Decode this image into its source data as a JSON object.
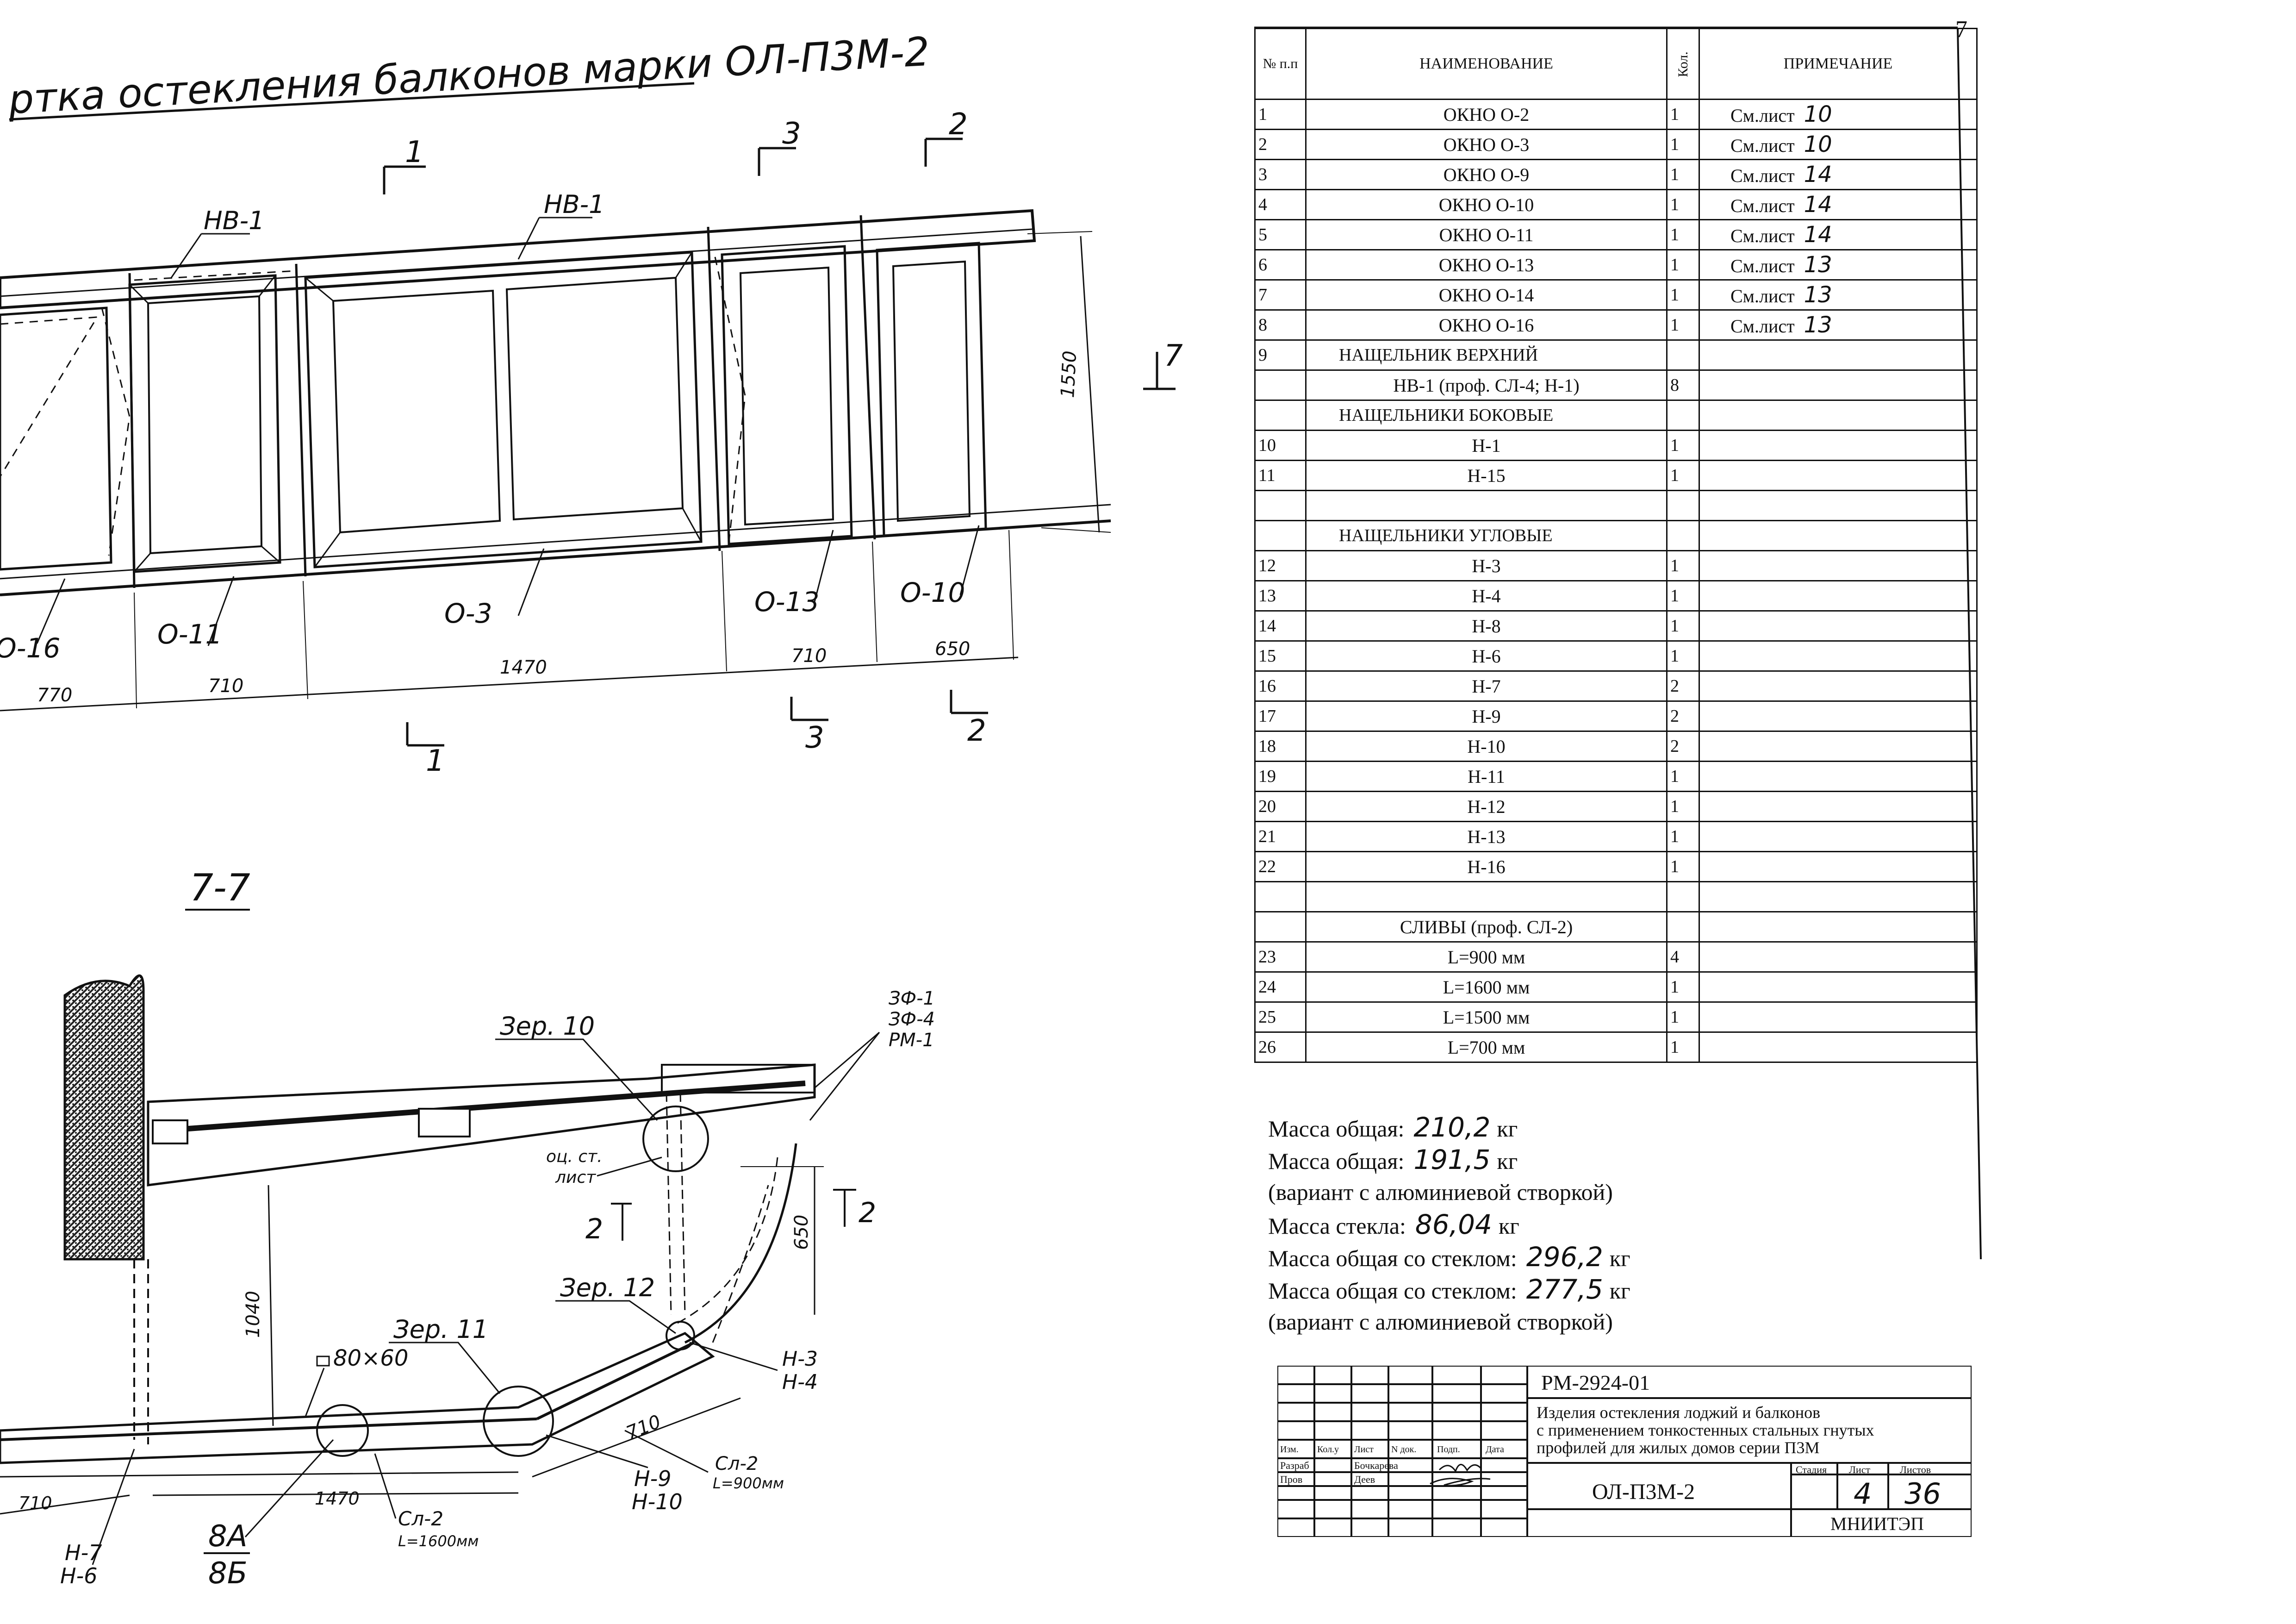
{
  "drawing": {
    "plan_title": "ртка остекления балконов марки ОЛ-П3М-2",
    "section_title": "7-7",
    "section_marks": {
      "s1_top": "1",
      "s3_top": "3",
      "s2_top": "2",
      "s1_bot": "1",
      "s3_bot": "3",
      "s2_bot": "2",
      "s7": "7",
      "s2_left": "2",
      "s2_right": "2"
    },
    "plan_labels": {
      "nv1_a": "НВ-1",
      "nv1_b": "НВ-1",
      "win_o16": "О-16",
      "win_o11": "О-11",
      "win_o3": "О-3",
      "win_o13": "О-13",
      "win_o10": "О-10"
    },
    "plan_dims": {
      "d770": "770",
      "d710a": "710",
      "d1470": "1470",
      "d710b": "710",
      "d650": "650",
      "d1550": "1550"
    },
    "section_labels": {
      "zer10": "Зер. 10",
      "zf1": "ЗФ-1",
      "zf4": "ЗФ-4",
      "rm1": "РМ-1",
      "och_st_1": "оц. ст.",
      "och_st_2": "лист",
      "d650": "650",
      "d1040": "1040",
      "zer12": "Зер. 12",
      "zer11": "Зер. 11",
      "pipe": "80×60",
      "h3": "Н-3",
      "h4": "Н-4",
      "d710": "710",
      "h9": "Н-9",
      "h10": "Н-10",
      "sl2a": "Сл-2",
      "l900": "L=900мм",
      "d1470": "1470",
      "sl2b": "Сл-2",
      "l1600": "L=1600мм",
      "d710l": "710",
      "n8a": "8А",
      "n8b": "8Б",
      "h7": "Н-7",
      "h6": "Н-6"
    }
  },
  "spec": {
    "sheet_corner": "7",
    "headers": {
      "num": "№ п.п",
      "name": "НАИМЕНОВАНИЕ",
      "qty": "Кол.",
      "note": "ПРИМЕЧАНИЕ"
    },
    "note_prefix": "См.лист",
    "rows": [
      {
        "n": "1",
        "name": "ОКНО  О-2",
        "q": "1",
        "sheet": "10"
      },
      {
        "n": "2",
        "name": "ОКНО  О-3",
        "q": "1",
        "sheet": "10"
      },
      {
        "n": "3",
        "name": "ОКНО  О-9",
        "q": "1",
        "sheet": "14"
      },
      {
        "n": "4",
        "name": "ОКНО  О-10",
        "q": "1",
        "sheet": "14"
      },
      {
        "n": "5",
        "name": "ОКНО  О-11",
        "q": "1",
        "sheet": "14"
      },
      {
        "n": "6",
        "name": "ОКНО  О-13",
        "q": "1",
        "sheet": "13"
      },
      {
        "n": "7",
        "name": "ОКНО  О-14",
        "q": "1",
        "sheet": "13"
      },
      {
        "n": "8",
        "name": "ОКНО  О-16",
        "q": "1",
        "sheet": "13"
      },
      {
        "n": "9",
        "name": "НАЩЕЛЬНИК ВЕРХНИЙ",
        "q": "",
        "sheet": "",
        "left": true
      },
      {
        "n": "",
        "name": "НВ-1 (проф. СЛ-4; Н-1)",
        "q": "8",
        "sheet": ""
      },
      {
        "n": "",
        "name": "НАЩЕЛЬНИКИ БОКОВЫЕ",
        "q": "",
        "sheet": "",
        "left": true
      },
      {
        "n": "10",
        "name": "Н-1",
        "q": "1",
        "sheet": ""
      },
      {
        "n": "11",
        "name": "Н-15",
        "q": "1",
        "sheet": ""
      },
      {
        "n": "",
        "name": "",
        "q": "",
        "sheet": ""
      },
      {
        "n": "",
        "name": "НАЩЕЛЬНИКИ  УГЛОВЫЕ",
        "q": "",
        "sheet": "",
        "left": true
      },
      {
        "n": "12",
        "name": "Н-3",
        "q": "1",
        "sheet": ""
      },
      {
        "n": "13",
        "name": "Н-4",
        "q": "1",
        "sheet": ""
      },
      {
        "n": "14",
        "name": "Н-8",
        "q": "1",
        "sheet": ""
      },
      {
        "n": "15",
        "name": "Н-6",
        "q": "1",
        "sheet": ""
      },
      {
        "n": "16",
        "name": "Н-7",
        "q": "2",
        "sheet": ""
      },
      {
        "n": "17",
        "name": "Н-9",
        "q": "2",
        "sheet": ""
      },
      {
        "n": "18",
        "name": "Н-10",
        "q": "2",
        "sheet": ""
      },
      {
        "n": "19",
        "name": "Н-11",
        "q": "1",
        "sheet": ""
      },
      {
        "n": "20",
        "name": "Н-12",
        "q": "1",
        "sheet": ""
      },
      {
        "n": "21",
        "name": "Н-13",
        "q": "1",
        "sheet": ""
      },
      {
        "n": "22",
        "name": "Н-16",
        "q": "1",
        "sheet": ""
      },
      {
        "n": "",
        "name": "",
        "q": "",
        "sheet": ""
      },
      {
        "n": "",
        "name": "СЛИВЫ  (проф. СЛ-2)",
        "q": "",
        "sheet": ""
      },
      {
        "n": "23",
        "name": "L=900 мм",
        "q": "4",
        "sheet": ""
      },
      {
        "n": "24",
        "name": "L=1600 мм",
        "q": "1",
        "sheet": ""
      },
      {
        "n": "25",
        "name": "L=1500 мм",
        "q": "1",
        "sheet": ""
      },
      {
        "n": "26",
        "name": "L=700 мм",
        "q": "1",
        "sheet": ""
      }
    ]
  },
  "mass": {
    "unit": "кг",
    "rows": [
      {
        "label": "Масса общая:",
        "value": "210,2"
      },
      {
        "label": "Масса общая:",
        "value": "191,5"
      },
      {
        "label": "(вариант с алюминиевой створкой)",
        "value": ""
      },
      {
        "label": "Масса стекла:",
        "value": "86,04"
      },
      {
        "label": "Масса общая со стеклом:",
        "value": "296,2"
      },
      {
        "label": "Масса общая со стеклом:",
        "value": "277,5"
      },
      {
        "label": "(вариант с алюминиевой створкой)",
        "value": ""
      }
    ]
  },
  "stamp": {
    "code": "РМ-2924-01",
    "title_1": "Изделия остекления лоджий и балконов",
    "title_2": "с применением  тонкостенных стальных гнутых",
    "title_3": "профилей для жилых домов серии П3М",
    "mark": "ОЛ-П3М-2",
    "col_izm": "Изм.",
    "col_kolu": "Кол.у",
    "col_list": "Лист",
    "col_ndok": "N док.",
    "col_podp": "Подп.",
    "col_data": "Дата",
    "razrab": "Разраб",
    "razrab_name": "Бочкарева",
    "prov": "Пров",
    "prov_name": "Деев",
    "stadia": "Стадия",
    "list": "Лист",
    "listov": "Листов",
    "list_val": "4",
    "listov_val": "36",
    "org": "МНИИТЭП"
  }
}
